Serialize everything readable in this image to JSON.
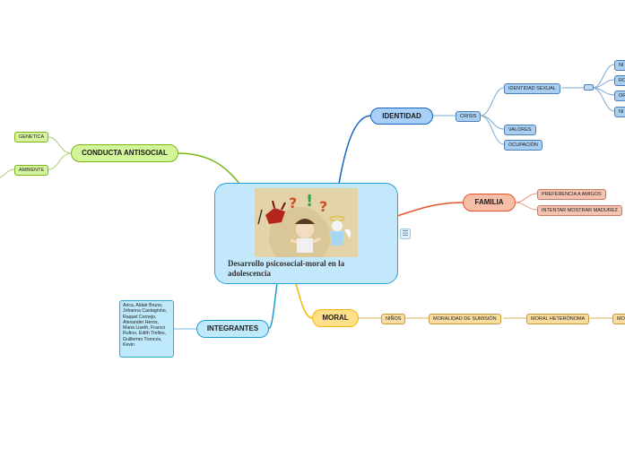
{
  "central": {
    "title": "Desarrollo psicosocial-moral en la adolescencia",
    "image": "cartoon-illustration"
  },
  "colors": {
    "identidad": "#1565c0",
    "conducta": "#7cb518",
    "familia": "#e8532b",
    "moral": "#f2b705",
    "integrantes": "#1e9bd7"
  },
  "branches": {
    "identidad": {
      "label": "IDENTIDAD",
      "crisis": "CRISIS",
      "identidad_sexual": "IDENTIDAD SEXUAL",
      "valores": "VALORES",
      "ocupacion": "OCUPACIÓN",
      "leaves": [
        "NI",
        "RO",
        "OR",
        "NI"
      ]
    },
    "conducta": {
      "label": "CONDUCTA ANTISOCIAL",
      "genetica": "GENETICA",
      "ambiente": "AMBIENTE"
    },
    "familia": {
      "label": "FAMILIA",
      "amigos": "PREFERENCIA A AMIGOS",
      "madurez": "INTENTAR MOSTRAR MADUREZ"
    },
    "moral": {
      "label": "MORAL",
      "ninos": "NIÑOS",
      "sumision": "MORALIDAD DE SUMISIÓN",
      "heteronoma": "MORAL HETERÓNOMA",
      "cut": "MO"
    },
    "integrantes": {
      "label": "INTEGRANTES",
      "members": "Arica, Aldair Bruno, Johanna Castagnino, Raquel Cornejo, Alexander Heros, Maria Liseth, Franco Rufino, Edith Trelles, Guillermo Troncos, Kevin"
    }
  }
}
